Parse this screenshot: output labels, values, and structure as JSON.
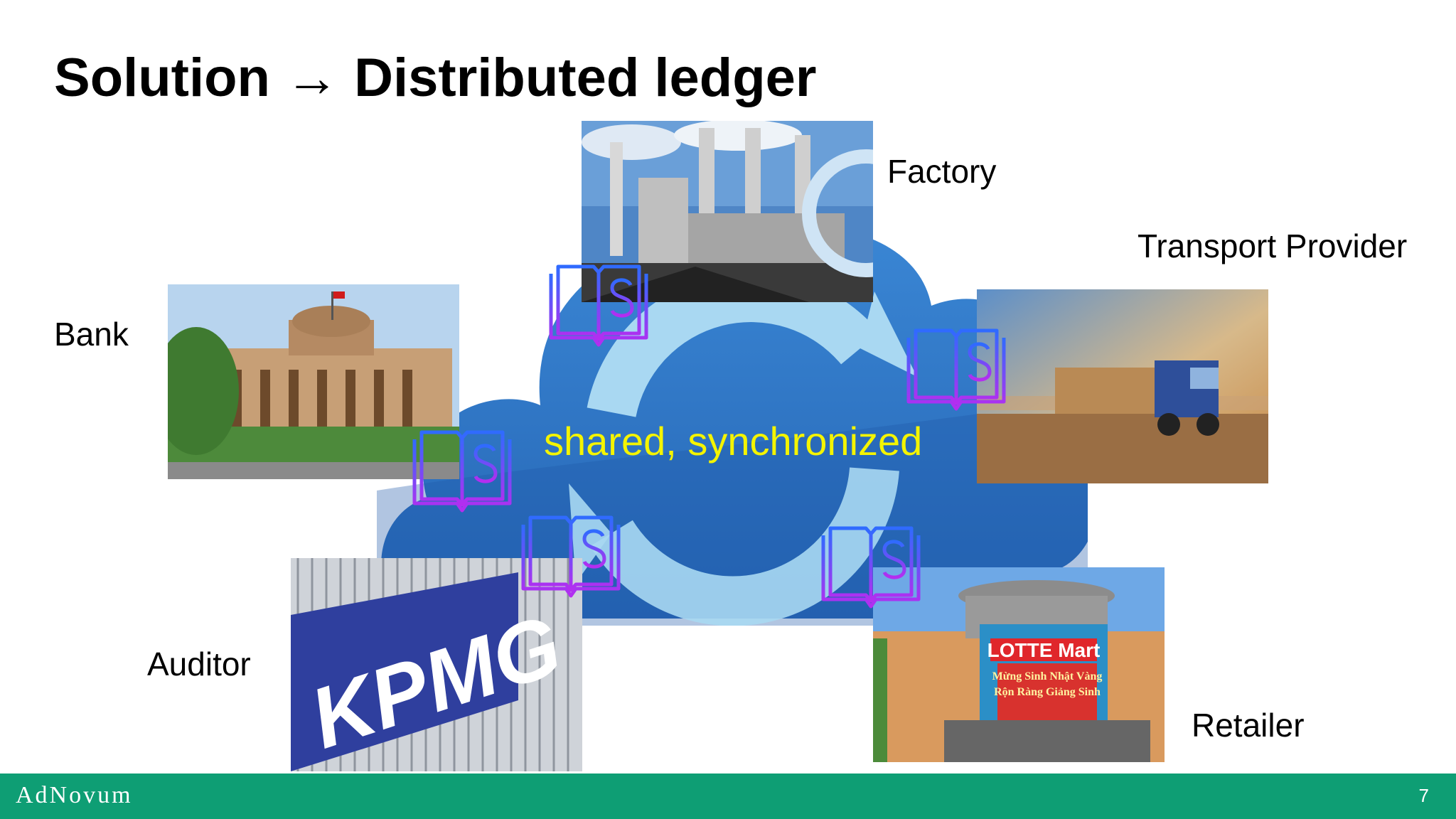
{
  "slide": {
    "title": "Solution → Distributed ledger",
    "center_text": "shared, synchronized",
    "page_number": "7"
  },
  "labels": {
    "factory": "Factory",
    "transport": "Transport Provider",
    "bank": "Bank",
    "auditor": "Auditor",
    "retailer": "Retailer"
  },
  "photo_signage": {
    "auditor_logo": "KPMG",
    "retailer_sign": "LOTTE Mart",
    "retailer_banner_1": "Mừng Sinh Nhật Vàng",
    "retailer_banner_2": "Rộn Ràng Giảng Sinh"
  },
  "footer": {
    "logo_text": "AdNovum"
  },
  "icons": {
    "ledger": "ledger-book-dollar-icon",
    "cloud": "cloud-sync-icon"
  },
  "colors": {
    "footer_green": "#0e9e74",
    "center_text_yellow": "#f4f400",
    "cloud_blue": "#2f79c6",
    "ledger_gradient_start": "#2f6bff",
    "ledger_gradient_end": "#b52df0"
  }
}
